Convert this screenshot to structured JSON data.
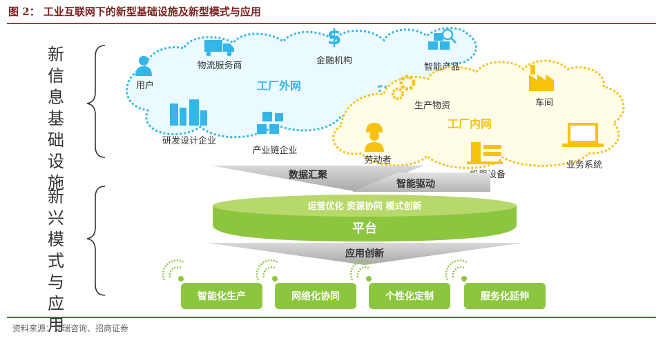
{
  "title": "图 2：  工业互联网下的新型基础设施及新型模式与应用",
  "source": "资料来源：艾瑞咨询、招商证券",
  "side_labels": {
    "infra": "新信息基础设施",
    "apps": "新兴模式与应用"
  },
  "outer_cloud": {
    "label": "工厂外网",
    "nodes": {
      "user": "用户",
      "logistics": "物流服务商",
      "finance": "金融机构",
      "smart_product": "智能产品",
      "rnd": "研发设计企业",
      "supply_chain": "产业链企业"
    }
  },
  "inner_cloud": {
    "label": "工厂内网",
    "nodes": {
      "materials": "生产物资",
      "workshop": "车间",
      "labor": "劳动者",
      "machinery": "机器设备",
      "business_system": "业务系统"
    }
  },
  "arrows": {
    "data": "数据汇聚",
    "drive": "智能驱动",
    "app": "应用创新"
  },
  "platform": {
    "top_text": "运营优化 资源协同 模式创新",
    "name": "平台"
  },
  "apps": [
    "智能化生产",
    "网络化协同",
    "个性化定制",
    "服务化延伸"
  ],
  "colors": {
    "outer": "#35b6e9",
    "inner": "#f6c20f",
    "green": "#8cc63f",
    "platform_top": "#b7d86a",
    "title": "#7a1f1f"
  }
}
